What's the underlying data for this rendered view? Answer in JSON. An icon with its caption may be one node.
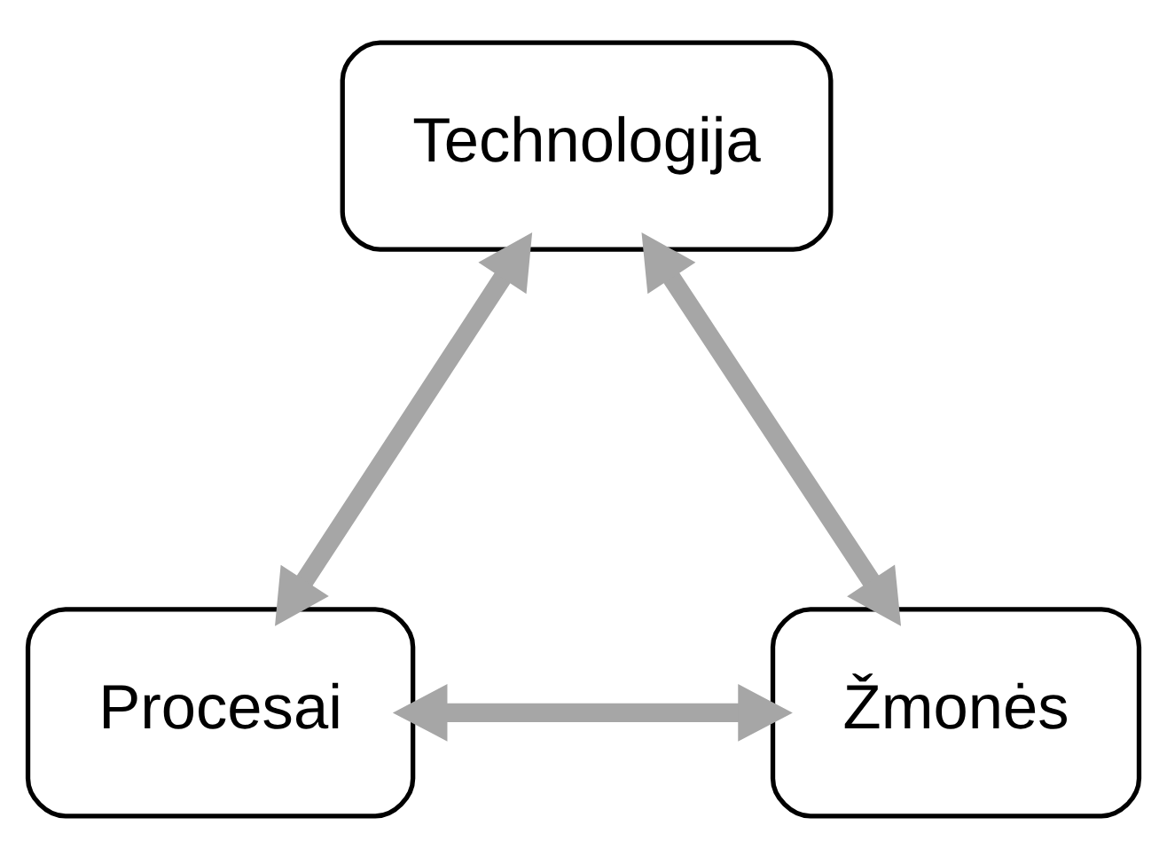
{
  "diagram": {
    "nodes": [
      {
        "text": [
          "Technologija"
        ]
      },
      {
        "text": [
          "Procesai"
        ]
      },
      {
        "text": [
          "Žmonės"
        ]
      }
    ],
    "edges": [
      {
        "from": 0,
        "to": 1,
        "arrow": "both"
      },
      {
        "from": 0,
        "to": 2,
        "arrow": "both"
      },
      {
        "from": 1,
        "to": 2,
        "arrow": "both"
      }
    ]
  }
}
